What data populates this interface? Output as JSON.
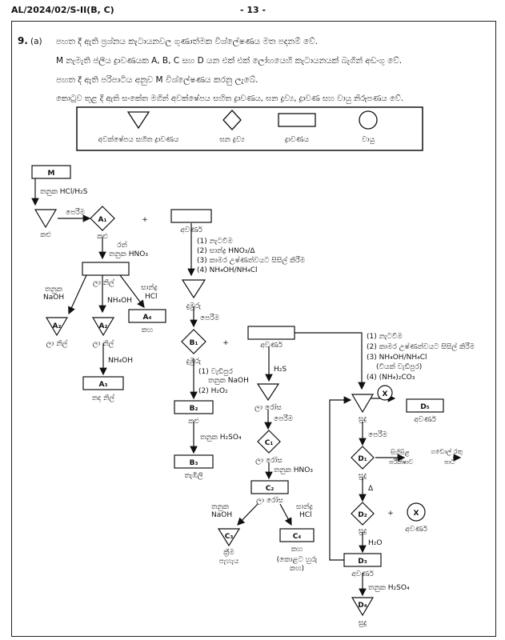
{
  "header": {
    "code": "AL/2024/02/S-II(B, C)",
    "page": "- 13 -"
  },
  "question": {
    "number": "9.",
    "part": "(a)",
    "lines": [
      "පහත දී ඇති ප්‍රශ්නය කැටායනවල ගුණාත්මක විශ්ලේෂණය මත පදනම් වේ.",
      "M නැමැති ජලීය ද්‍රාවණයක A, B, C සහ D යන එක් එක් ලෝහයෙහි කැටායනයක් බැගින් අඩංගු වේ.",
      "පහත දී ඇති පරිපාටිය අනුව M විශ්ලේෂණය කරනු ලැබේ.",
      "කොටුව තුළ දී ඇති සංකේත මගින් අවක්ෂේපය සහිත ද්‍රාවණය, ඝන ද්‍රව්‍ය, ද්‍රාවණ සහ වායු නිරූපණය වේ."
    ]
  },
  "legend": {
    "precipitate": "අවක්ෂේපය සහිත ද්‍රාවණය",
    "solid": "ඝන ද්‍රව්‍ය",
    "solution": "ද්‍රාවණය",
    "gas": "වායු"
  },
  "flow": {
    "M": "M",
    "step1": "තනුක HCl/H₂S",
    "blk": "කළු",
    "filter": "පෙරීම",
    "plus": "+",
    "colorless": "අවර්ණ",
    "A1": "A₁",
    "A1_color": "කළු",
    "heat_dil_hno3_1": "රත්",
    "heat_dil_hno3_2": "තනුක HNO₃",
    "light_blue": "ලා නිල්",
    "dil_naoh_1": "තනුක",
    "dil_naoh_2": "NaOH",
    "nh4oh": "NH₄OH",
    "conc_hcl_1": "සාන්ද්‍ර",
    "conc_hcl_2": "HCl",
    "A2": "A₂",
    "A2_color": "ලා නිල්",
    "A2b": "A₂",
    "A2b_color": "ලා නිල්",
    "A4": "A₄",
    "A4_color": "කහ",
    "nh4oh2": "NH₄OH",
    "A3": "A₃",
    "A3_color": "තද නිල්",
    "stepsB": [
      "(1) නැටවීම",
      "(2) සාන්ද්‍ර HNO₃/Δ",
      "(3) කාමර උෂ්ණත්වයට සිසිල් කිරීම",
      "(4) NH₄OH/NH₄Cl"
    ],
    "brown": "දුඹුරු",
    "B1": "B₁",
    "B1_color": "දුඹුරු",
    "stepsB1": [
      "(1) වැඩිපුර",
      "තනුක NaOH",
      "(2) H₂O₂"
    ],
    "B2": "B₂",
    "B2_color": "කළු",
    "dil_h2so4": "තනුක H₂SO₄",
    "B3": "B₃",
    "B3_color": "තැඹිලි",
    "h2s": "H₂S",
    "light_pink": "ලා රෝස",
    "C1": "C₁",
    "C1_color": "ලා රෝස",
    "C2": "C₂",
    "C2_color": "ලා රෝස",
    "C3": "C₃",
    "C3_color_1": "ක්‍රීම",
    "C3_color_2": "පැහැය",
    "C4": "C₄",
    "C4_color": "කහ",
    "C4_note_1": "(කොළට හුරු",
    "C4_note_2": "කහ)",
    "stepsD": [
      "(1) නැටවීම",
      "(2) කාමර උෂ්ණත්වයට සිසිල් කිරීම",
      "(3) NH₄OH/NH₄Cl",
      "(වියක් වැඩිපුර)",
      "(4) (NH₄)₂CO₃"
    ],
    "white": "සුදු",
    "X": "X",
    "D5": "D₅",
    "D5_color": "අවර්ණ",
    "D1": "D₁",
    "D1_color": "සුදු",
    "flame_test_1": "සිහිසිළ",
    "flame_test_2": "පරීක්ෂාව",
    "brick_red_1": "ගඩොල් රතු",
    "brick_red_2": "පාට",
    "delta": "Δ",
    "D2": "D₂",
    "D2_color": "සුදු",
    "X2": "X",
    "X2_color": "අවර්ණ",
    "h2o": "H₂O",
    "D3": "D₃",
    "D3_color": "අවර්ණ",
    "dil_h2so4_2": "තනුක H₂SO₄",
    "D4": "D₄",
    "D4_color": "සුදු"
  }
}
